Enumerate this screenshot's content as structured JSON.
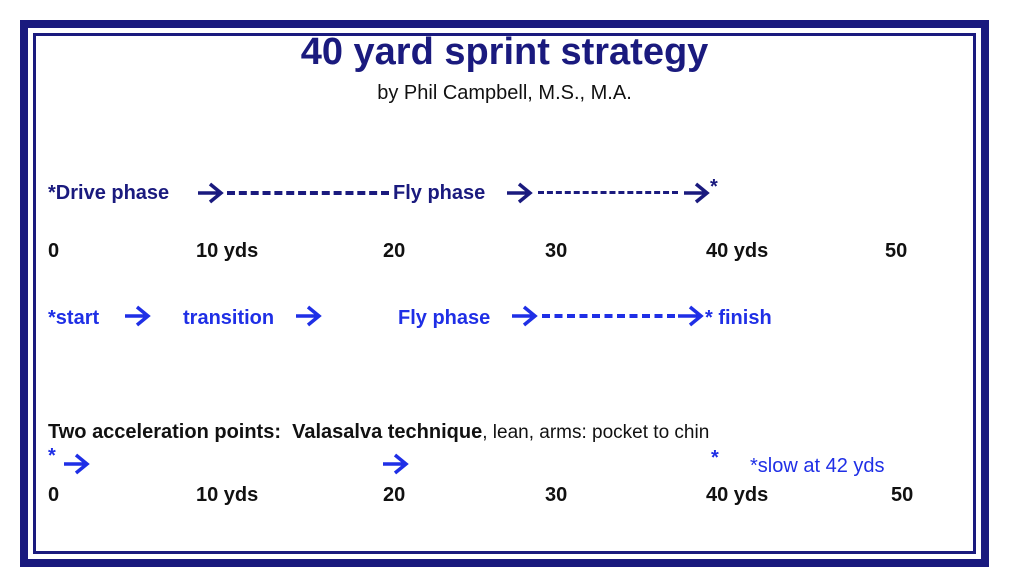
{
  "title": "40 yard sprint strategy",
  "subtitle": "by Phil Campbell, M.S., M.A.",
  "row1": {
    "drive_phase": "*Drive phase",
    "fly_phase": "Fly phase",
    "end_marker": "*"
  },
  "scale": [
    "0",
    "10 yds",
    "20",
    "30",
    "40 yds",
    "50"
  ],
  "row2": {
    "start": "*start",
    "transition": "transition",
    "fly_phase": "Fly phase",
    "finish": "* finish"
  },
  "acceleration": {
    "label": "Two acceleration points:",
    "technique_bold": "Valasalva technique",
    "technique_rest": ", lean, arms: pocket to chin",
    "start_marker": "*",
    "end_marker": "*",
    "slow_note": "*slow at 42 yds"
  },
  "colors": {
    "navy": "#1a1a7e",
    "blue": "#1f2fe6",
    "text": "#111111"
  }
}
